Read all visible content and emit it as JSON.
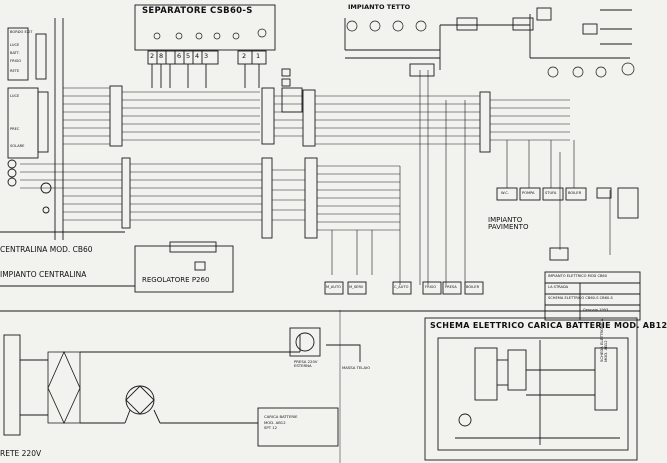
{
  "diagram": {
    "separatore": "SEPARATORE CSB60-S",
    "impianto_tetto": "IMPIANTO TETTO",
    "impianto_pavimento": "IMPIANTO\nPAVIMENTO",
    "centralina": "CENTRALINA MOD. CB60",
    "impianto_centralina": "IMPIANTO CENTRALINA",
    "regolatore": "REGOLATORE P260",
    "schema_carica": "SCHEMA ELETTRICO CARICA BATTERIE MOD. AB12",
    "rete_220": "RETE 220V",
    "presa_220v": "PRESA 220V\nESTERNA",
    "carica_batterie": "CARICA BATTERIE\nMOD. AB12\nSPT 12",
    "massa_telaio": "MASSA TELAIO",
    "scheda_elettronica": "SCHEDA ELETTRONICA\nMOD. AB12",
    "terminals": [
      "2",
      "8",
      "6",
      "5",
      "4",
      "3",
      "2",
      "1"
    ],
    "bottom_labels": [
      "M_AUTO",
      "M_SERV",
      "C_AUTO",
      "FRIGO",
      "PRESA",
      "BOILER"
    ],
    "pav_labels": [
      "W.C.",
      "POMPA",
      "STUFA",
      "BOILER"
    ],
    "left_labels": [
      "BORDO EXIT",
      "LUCE",
      "BATT.",
      "FRIGO",
      "RETE",
      "LUCE",
      "PREC",
      "SOLARE"
    ],
    "title_block": {
      "line1": "IMPIANTO ELETTRICO MOD CB60",
      "line2": "LA STRADA",
      "line3": "SCHEMA ELETTRICO CB60-S CB60-S",
      "line4": "Gennaio 1993"
    }
  }
}
